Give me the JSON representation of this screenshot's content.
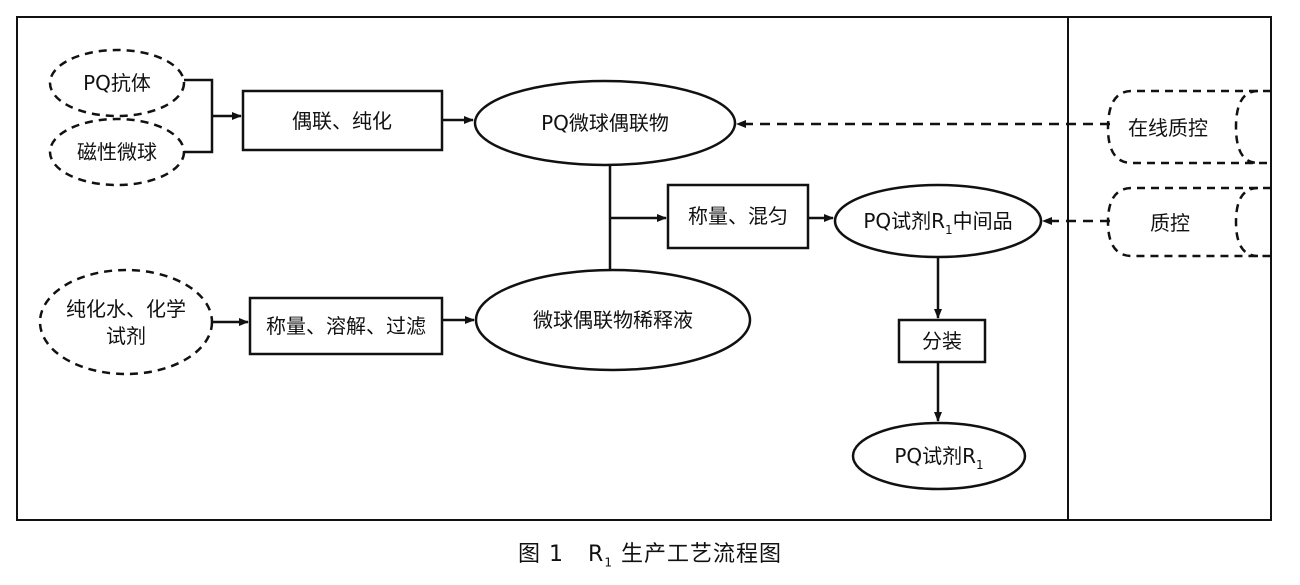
{
  "inputs": {
    "pq_antibody": "PQ抗体",
    "magnetic_microsphere": "磁性微球",
    "water_line1": "纯化水、化学",
    "water_line2": "试剂"
  },
  "process": {
    "couple_purify": "偶联、纯化",
    "weigh_dissolve_filter": "称量、溶解、过滤",
    "weigh_mix": "称量、混匀",
    "dispense": "分装"
  },
  "products": {
    "pq_conjugate": "PQ微球偶联物",
    "diluent": "微球偶联物稀释液",
    "intermediate_main": "PQ试剂R",
    "intermediate_sub": "1",
    "intermediate_tail": "中间品",
    "final_main": "PQ试剂R",
    "final_sub": "1"
  },
  "quality_control": {
    "online_qc": "在线质控",
    "qc": "质控"
  },
  "caption": {
    "prefix": "图 1",
    "r": "R",
    "sub": "1",
    "rest": " 生产工艺流程图"
  }
}
